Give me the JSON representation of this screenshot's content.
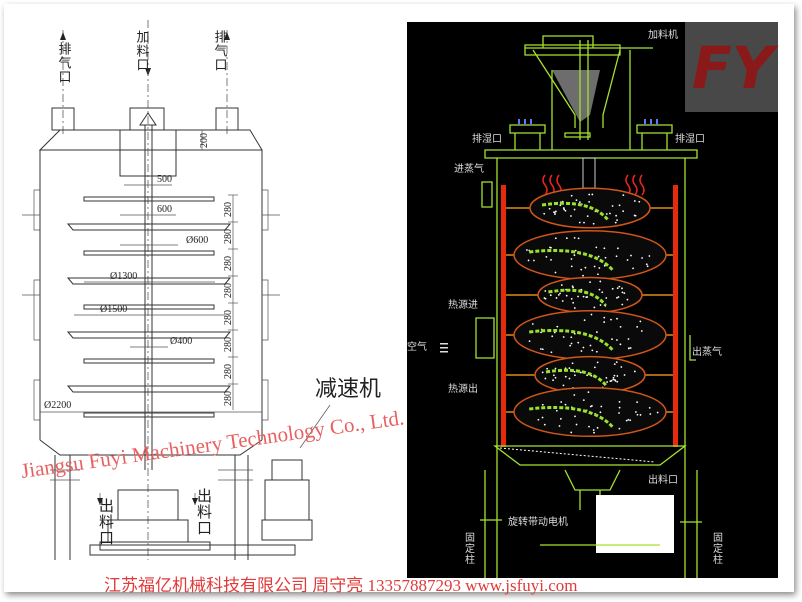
{
  "left_drawing": {
    "labels": {
      "exhaust_left": "排气口",
      "feed_inlet": "加料口",
      "exhaust_right": "排气口",
      "reducer": "减速机",
      "discharge_left": "出料口",
      "discharge_right": "出料口"
    },
    "dimensions": {
      "top_height": "200",
      "d500": "500",
      "d600": "600",
      "phi600": "Ø600",
      "phi1300": "Ø1300",
      "phi1500": "Ø1500",
      "phi400": "Ø400",
      "phi2200": "Ø2200",
      "tray_spacing": [
        "280",
        "280",
        "280",
        "280",
        "280",
        "280",
        "280",
        "280"
      ]
    }
  },
  "right_drawing": {
    "labels": {
      "feeder": "加料机",
      "moisture_outlet_left": "排湿口",
      "moisture_outlet_right": "排湿口",
      "steam_in": "进蒸气",
      "heat_source_in": "热源进",
      "air": "空气",
      "steam_out": "出蒸气",
      "heat_source_out": "热源出",
      "discharge": "出料口",
      "rotary_motor": "旋转带动电机",
      "support_left": "固定柱",
      "support_right": "固定柱"
    },
    "logo": "FY"
  },
  "watermark": "Jiangsu Fuyi Machinery Technology Co., Ltd.",
  "caption": {
    "company": "江苏福亿机械科技有限公司",
    "contact": "周守亮",
    "phone": "13357887293",
    "website": "www.jsfuyi.com"
  }
}
